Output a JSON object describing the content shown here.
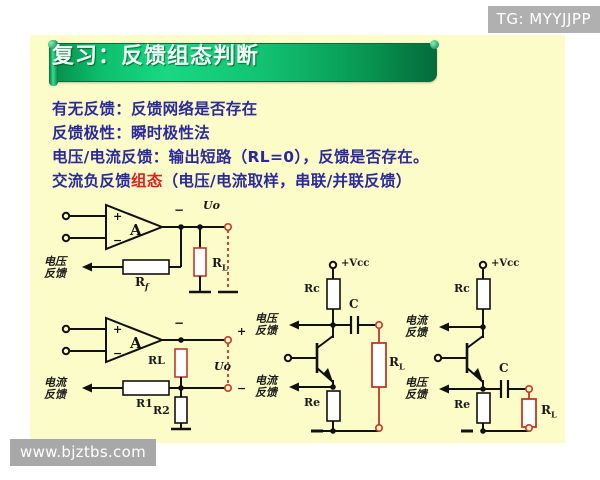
{
  "slide": {
    "background_color": "#fcfcc8",
    "title": "复习：反馈组态判断",
    "title_bar_color": "#12c273",
    "body_text_color": "#2a2a9c",
    "highlight_color": "#e02020",
    "lines": [
      {
        "text": "有无反馈：反馈网络是否存在"
      },
      {
        "text": "反馈极性：瞬时极性法"
      },
      {
        "text": "电压/电流反馈：输出短路（RL=0），反馈是否存在。"
      }
    ],
    "line4": {
      "pre": "交流负反馈",
      "highlight": "组态",
      "post": "（电压/电流取样，串联/并联反馈）"
    }
  },
  "watermarks": {
    "top_right": "TG: MYYJJPP",
    "bottom_left": "www.bjztbs.com"
  },
  "circuits": {
    "opamp_voltage_feedback": {
      "name": "电压反馈运放电路",
      "amp_label": "A",
      "plus": "+",
      "minus": "−",
      "out_minus": "−",
      "out_label": "Uo",
      "load_label": "R",
      "load_sub": "L",
      "feedback_res": "R",
      "feedback_res_sub": "f",
      "feedback_text_l1": "电压",
      "feedback_text_l2": "反馈"
    },
    "opamp_current_feedback": {
      "name": "电流反馈运放电路",
      "amp_label": "A",
      "plus": "+",
      "minus": "−",
      "out_minus": "−",
      "out_label": "Uo",
      "term_plus": "+",
      "term_minus": "−",
      "load_label": "RL",
      "res1": "R1",
      "res2": "R2",
      "feedback_text_l1": "电流",
      "feedback_text_l2": "反馈"
    },
    "bjt_voltage_feedback": {
      "name": "电压反馈三极管电路",
      "vcc": "+Vcc",
      "rc": "Rc",
      "re": "Re",
      "cap": "C",
      "load_label": "R",
      "load_sub": "L",
      "top_fb_l1": "电压",
      "top_fb_l2": "反馈",
      "bottom_fb_l1": "电流",
      "bottom_fb_l2": "反馈"
    },
    "bjt_current_feedback": {
      "name": "电流反馈三极管电路",
      "vcc": "+Vcc",
      "rc": "Rc",
      "re": "Re",
      "cap": "C",
      "load_label": "R",
      "load_sub": "L",
      "top_fb_l1": "电流",
      "top_fb_l2": "反馈",
      "bottom_fb_l1": "电压",
      "bottom_fb_l2": "反馈"
    }
  }
}
